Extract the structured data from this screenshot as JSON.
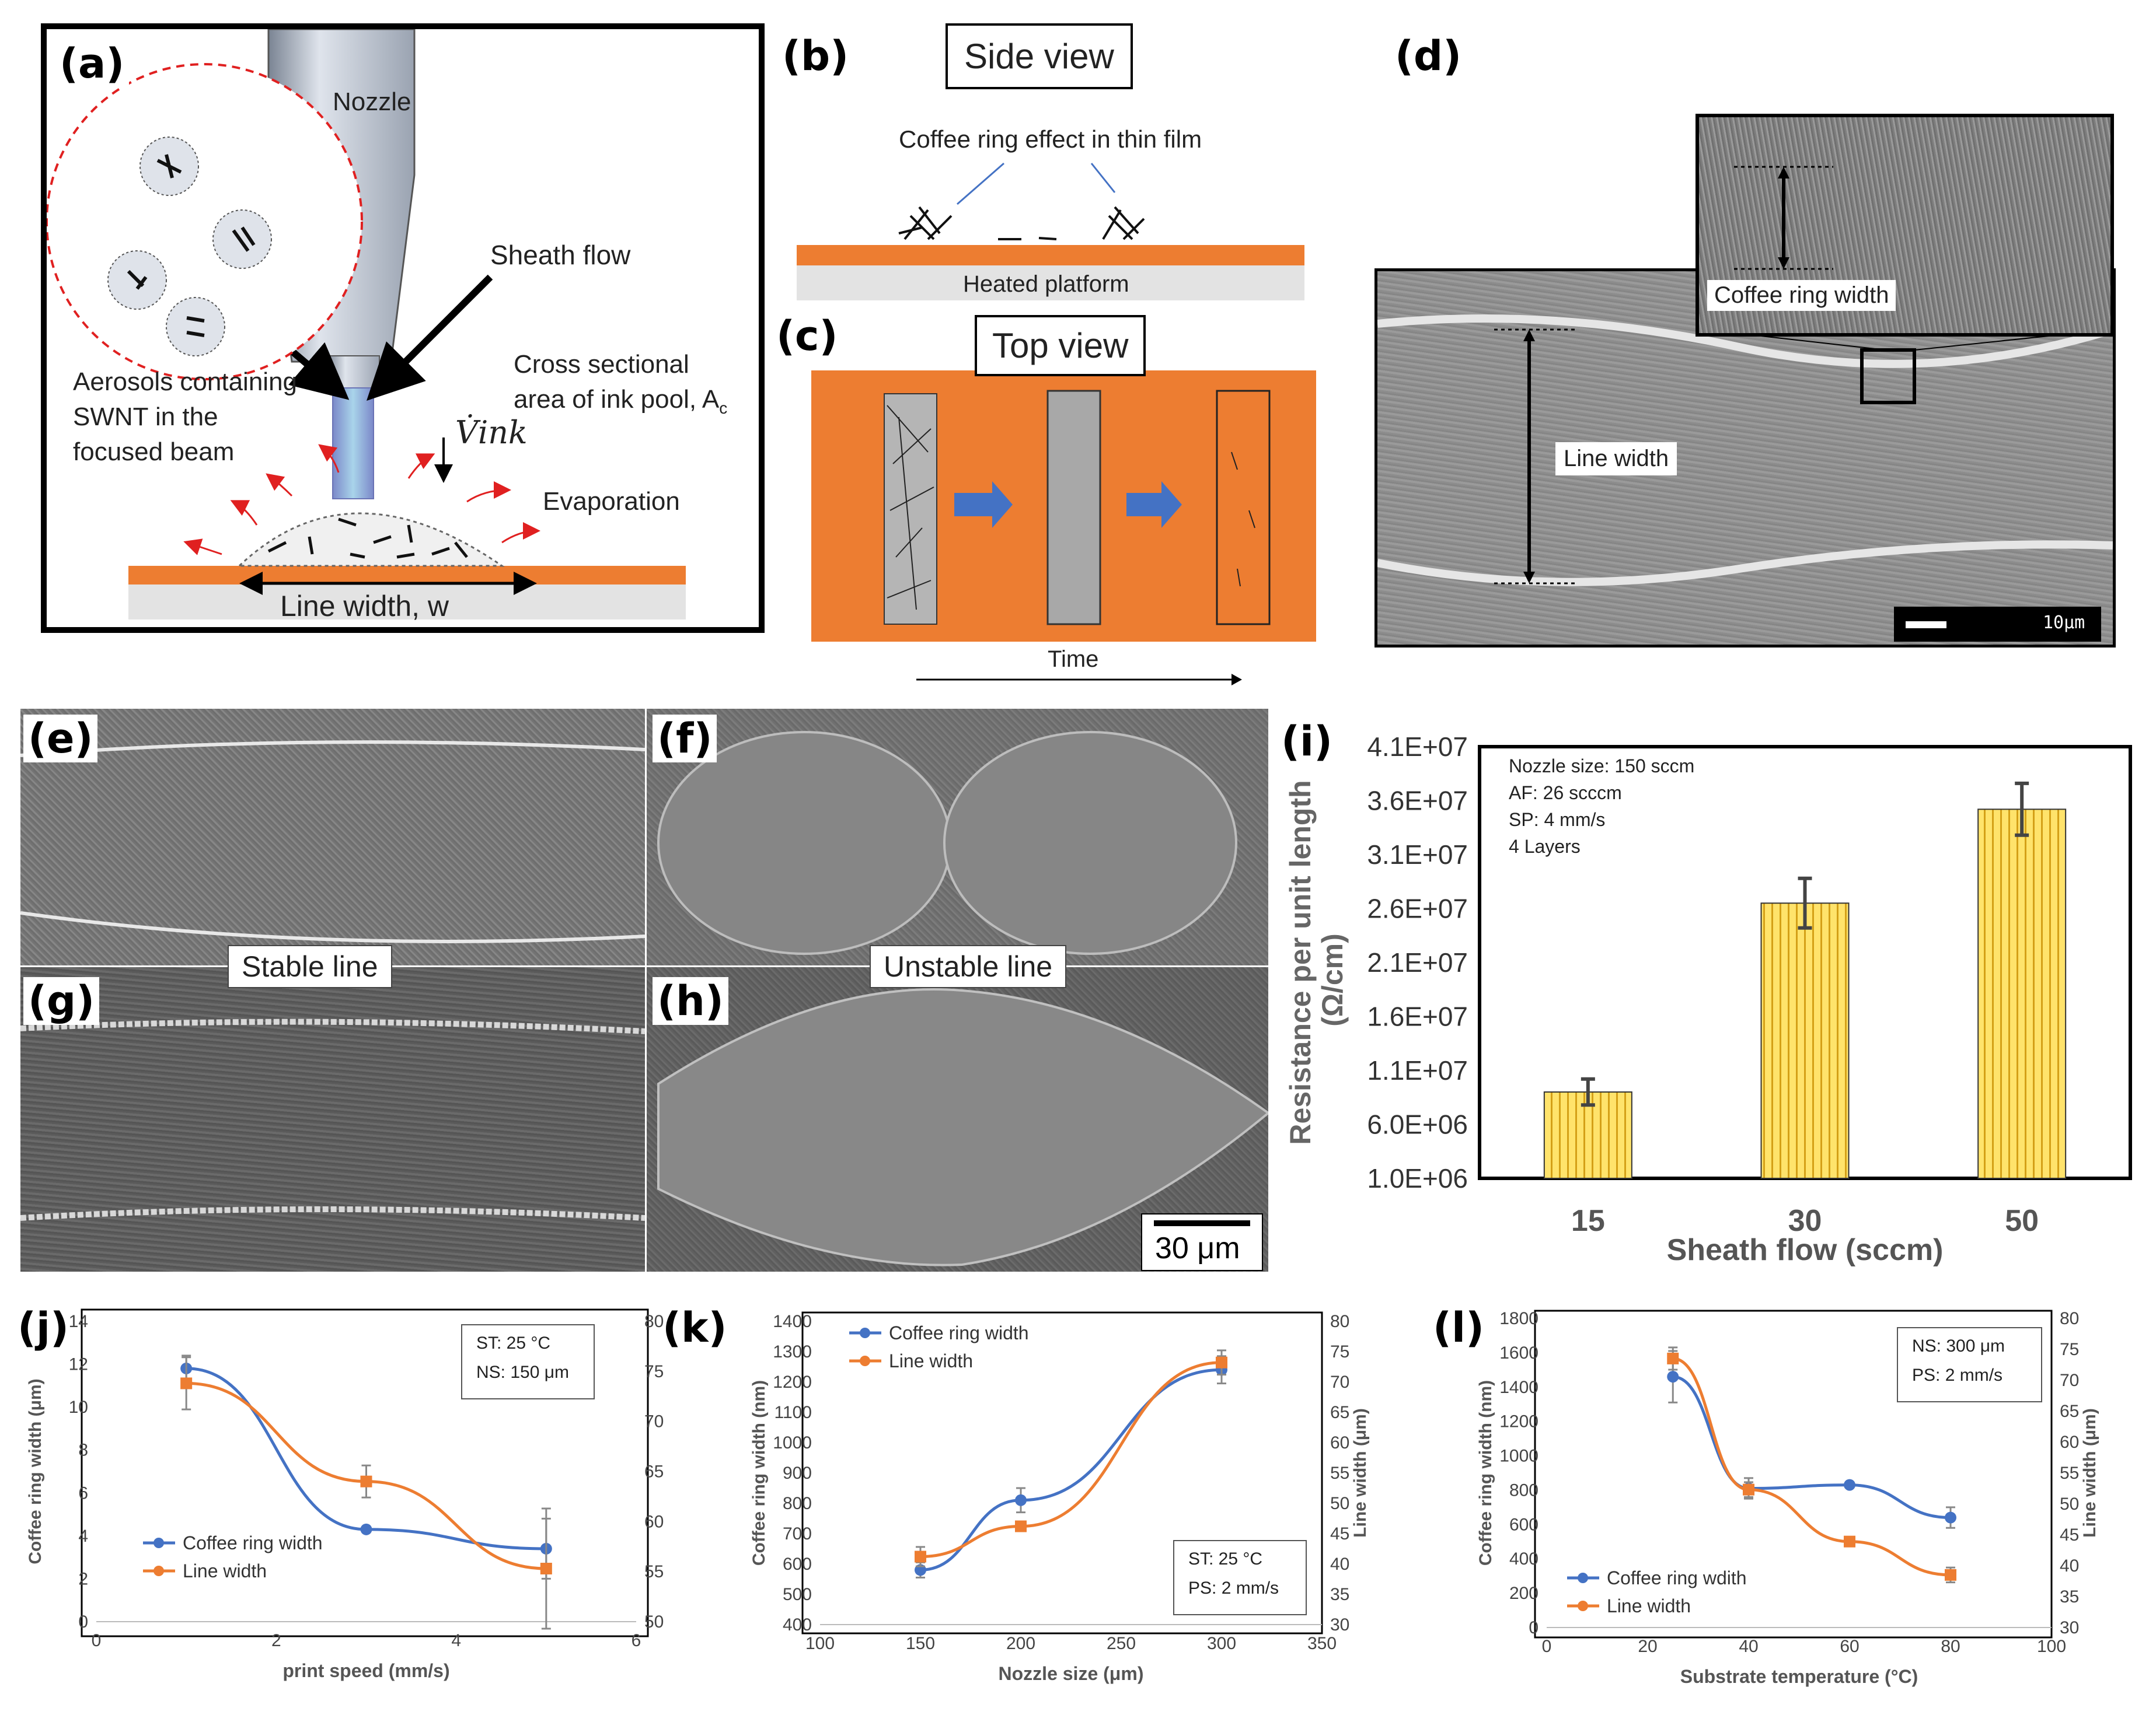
{
  "panels": {
    "a": {
      "label": "(a)",
      "nozzle": "Nozzle",
      "sheath": "Sheath flow",
      "aerosol": [
        "Aerosols containing",
        "SWNT in the",
        "focused beam"
      ],
      "vink": "V̇ink",
      "cross": [
        "Cross sectional",
        "area of ink pool, A"
      ],
      "cross_sub": "c",
      "evap": "Evaporation",
      "linewidth": "Line width, w"
    },
    "b": {
      "label": "(b)",
      "title": "Side view",
      "coffee": "Coffee ring effect in thin film",
      "platform": "Heated platform"
    },
    "c": {
      "label": "(c)",
      "title": "Top view",
      "time": "Time"
    },
    "d": {
      "label": "(d)",
      "coffee": "Coffee ring width",
      "line": "Line width",
      "scale": "10μm"
    },
    "e": {
      "label": "(e)"
    },
    "f": {
      "label": "(f)"
    },
    "g": {
      "label": "(g)"
    },
    "h": {
      "label": "(h)"
    },
    "stable": "Stable line",
    "unstable": "Unstable line",
    "scalebar": "30 μm",
    "i": {
      "label": "(i)",
      "note": [
        "Nozzle size: 150 sccm",
        "AF: 26 scccm",
        "SP: 4 mm/s",
        "4 Layers"
      ]
    },
    "j": {
      "label": "(j)",
      "note": [
        "ST: 25 °C",
        "NS: 150 μm"
      ]
    },
    "k": {
      "label": "(k)",
      "note": [
        "ST: 25 °C",
        "PS: 2 mm/s"
      ]
    },
    "l": {
      "label": "(l)",
      "note": [
        "NS: 300 μm",
        "PS: 2 mm/s"
      ]
    }
  },
  "colors": {
    "orange": "#ED7D31",
    "blue": "#4472C4",
    "bar_fill": "#FFE36B",
    "bar_stripe": "#D4A017"
  },
  "chart_data": [
    {
      "id": "i",
      "type": "bar",
      "categories": [
        "15",
        "30",
        "50"
      ],
      "values": [
        9000000,
        26500000,
        35200000
      ],
      "errors": [
        1200000,
        2300000,
        2400000
      ],
      "xlabel": "Sheath flow (sccm)",
      "ylabel": [
        "Resistance per unit length",
        "(Ω/cm)"
      ],
      "ylim": [
        1000000,
        41000000
      ],
      "yticks": [
        "1.0E+06",
        "6.0E+06",
        "1.1E+07",
        "1.6E+07",
        "2.1E+07",
        "2.6E+07",
        "3.1E+07",
        "3.6E+07",
        "4.1E+07"
      ]
    },
    {
      "id": "j",
      "type": "line",
      "xlabel": "print speed (mm/s)",
      "ylabel": "Coffee ring width (μm)",
      "y2label": "",
      "xlim": [
        0,
        6
      ],
      "ylim": [
        0,
        14
      ],
      "y2lim": [
        50,
        80
      ],
      "xticks": [
        "0",
        "2",
        "4",
        "6"
      ],
      "yticks": [
        "0",
        "2",
        "4",
        "6",
        "8",
        "10",
        "12",
        "14"
      ],
      "y2ticks": [
        "50",
        "55",
        "60",
        "65",
        "70",
        "75",
        "80"
      ],
      "series": [
        {
          "name": "Coffee ring width",
          "axis": "left",
          "x": [
            1,
            3,
            5
          ],
          "y": [
            11.8,
            4.3,
            3.4
          ],
          "err": [
            0.6,
            0,
            1.4
          ]
        },
        {
          "name": "Line width",
          "axis": "right",
          "x": [
            1,
            3,
            5
          ],
          "y": [
            73.8,
            64,
            55.3
          ],
          "err": [
            2.6,
            1.6,
            6
          ]
        }
      ]
    },
    {
      "id": "k",
      "type": "line",
      "xlabel": "Nozzle size (μm)",
      "ylabel": "Coffee ring width (nm)",
      "y2label": "Line width (μm)",
      "xlim": [
        100,
        350
      ],
      "ylim": [
        400,
        1400
      ],
      "y2lim": [
        30,
        80
      ],
      "xticks": [
        "100",
        "150",
        "200",
        "250",
        "300",
        "350"
      ],
      "yticks": [
        "400",
        "500",
        "600",
        "700",
        "800",
        "900",
        "1000",
        "1100",
        "1200",
        "1300",
        "1400"
      ],
      "y2ticks": [
        "30",
        "35",
        "40",
        "45",
        "50",
        "55",
        "60",
        "65",
        "70",
        "75",
        "80"
      ],
      "series": [
        {
          "name": "Coffee ring width",
          "axis": "left",
          "x": [
            150,
            200,
            300
          ],
          "y": [
            580,
            810,
            1240
          ],
          "err": [
            25,
            40,
            45
          ]
        },
        {
          "name": "Line width",
          "axis": "right",
          "x": [
            150,
            200,
            300
          ],
          "y": [
            41.2,
            46.2,
            73.2
          ],
          "err": [
            1.6,
            0,
            2
          ]
        }
      ]
    },
    {
      "id": "l",
      "type": "line",
      "xlabel": "Substrate temperature (°C)",
      "ylabel": "Coffee ring width (nm)",
      "y2label": "Line width (μm)",
      "xlim": [
        0,
        100
      ],
      "ylim": [
        0,
        1800
      ],
      "y2lim": [
        30,
        80
      ],
      "xticks": [
        "0",
        "20",
        "40",
        "60",
        "80",
        "100"
      ],
      "yticks": [
        "0",
        "200",
        "400",
        "600",
        "800",
        "1000",
        "1200",
        "1400",
        "1600",
        "1800"
      ],
      "y2ticks": [
        "30",
        "35",
        "40",
        "45",
        "50",
        "55",
        "60",
        "65",
        "70",
        "75",
        "80"
      ],
      "series": [
        {
          "name": "Coffee ring wdith",
          "axis": "left",
          "x": [
            25,
            40,
            60,
            80
          ],
          "y": [
            1460,
            810,
            830,
            640
          ],
          "err": [
            150,
            60,
            0,
            60
          ]
        },
        {
          "name": "Line width",
          "axis": "right",
          "x": [
            25,
            40,
            60,
            80
          ],
          "y": [
            73.5,
            52.3,
            43.9,
            38.5
          ],
          "err": [
            1.8,
            1.2,
            0,
            1.2
          ]
        }
      ]
    }
  ]
}
